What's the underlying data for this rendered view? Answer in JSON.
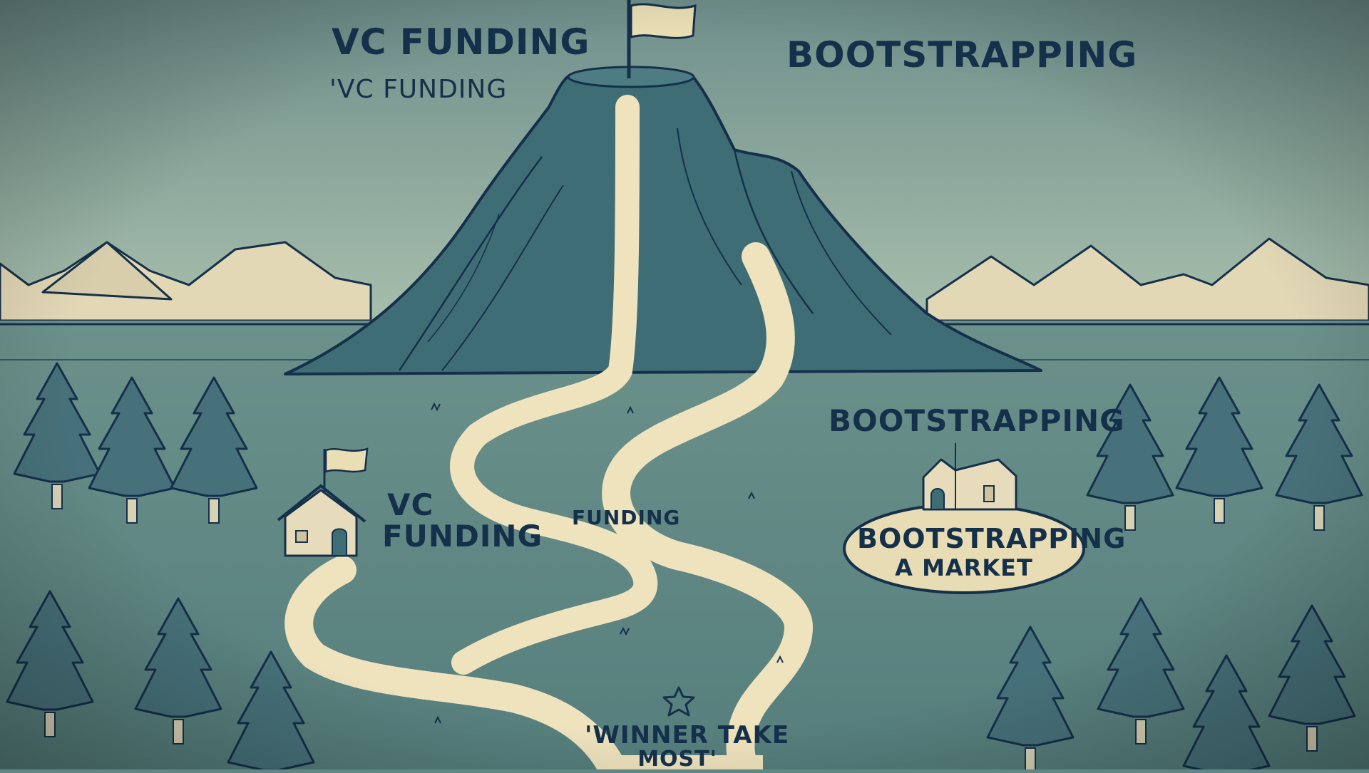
{
  "labels": {
    "top_left_title": "VC FUNDING",
    "top_left_sub": "'VC FUNDING",
    "top_right_title": "BOOTSTRAPPING",
    "right_mid_title": "BOOTSTRAPPING",
    "house_label_line1": "VC",
    "house_label_line2": "FUNDING",
    "path_label": "FUNDING",
    "market_label_line1": "BOOTSTRAPPING",
    "market_label_line2": "A MARKET",
    "bottom_quote_line1": "'WINNER TAKE",
    "bottom_quote_line2": "MOST'"
  },
  "icons": {
    "summit": "flag-icon",
    "house": "house-icon",
    "house_flag": "flag-icon",
    "barn": "barn-icon",
    "bottom": "star-icon"
  },
  "colors": {
    "sky_top": "#6f8f8b",
    "sky_bottom": "#a9c0ad",
    "ground": "#5f8783",
    "mountain": "#3f6d75",
    "path": "#efe3bd",
    "ink": "#15304a",
    "tree": "#47717a"
  }
}
